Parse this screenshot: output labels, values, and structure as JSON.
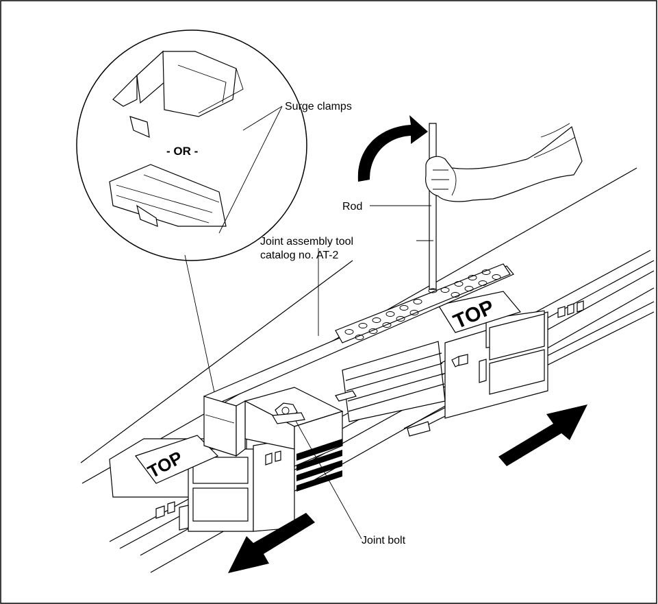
{
  "labels": {
    "surge_clamps": "Surge clamps",
    "or": "- OR -",
    "rod": "Rod",
    "tool_line1": "Joint assembly tool",
    "tool_line2": "catalog no. AT-2",
    "joint_bolt": "Joint bolt",
    "top_left": "TOP",
    "top_right": "TOP"
  },
  "colors": {
    "ink": "#000000",
    "paper": "#ffffff"
  }
}
